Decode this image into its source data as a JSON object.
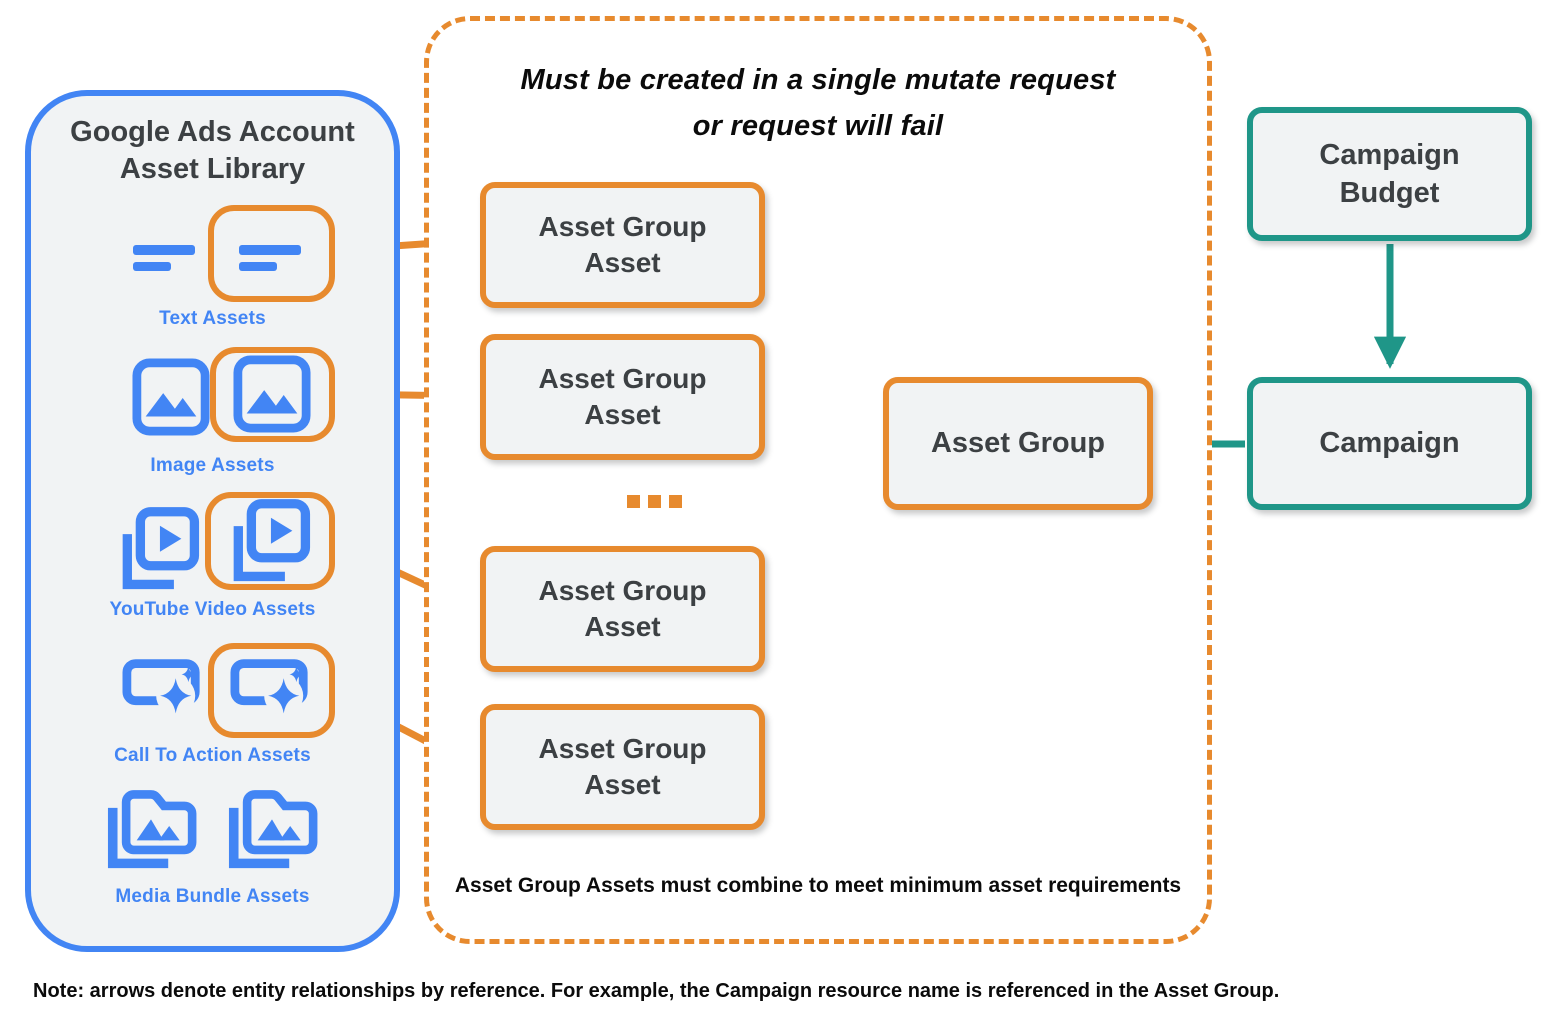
{
  "colors": {
    "orange_accent": "#e78a2e",
    "blue_accent": "#4285f4",
    "teal_accent": "#1f9688",
    "box_fill": "#f1f3f4",
    "dark_text": "#3c4043",
    "black_text": "#0b0b0b"
  },
  "library": {
    "title_line1": "Google Ads Account",
    "title_line2": "Asset Library",
    "items": [
      {
        "label": "Text Assets",
        "icon": "text-asset-icon",
        "highlighted": true
      },
      {
        "label": "Image Assets",
        "icon": "image-asset-icon",
        "highlighted": true
      },
      {
        "label": "YouTube Video  Assets",
        "icon": "youtube-video-asset-icon",
        "highlighted": true
      },
      {
        "label": "Call To Action Assets",
        "icon": "call-to-action-asset-icon",
        "highlighted": true
      },
      {
        "label": "Media Bundle  Assets",
        "icon": "media-bundle-asset-icon",
        "highlighted": false
      }
    ]
  },
  "mutate_group": {
    "title_line1": "Must be created in a single mutate request",
    "title_line2": "or request will fail",
    "asset_box": {
      "line1": "Asset Group",
      "line2": "Asset"
    },
    "box_count": 4,
    "ellipsis": "...",
    "footnote": "Asset Group Assets must combine to meet minimum asset requirements"
  },
  "asset_group": {
    "label": "Asset Group"
  },
  "campaign_budget": {
    "line1": "Campaign",
    "line2": "Budget"
  },
  "campaign": {
    "label": "Campaign"
  },
  "note": "Note: arrows denote entity relationships by reference. For example, the Campaign resource name is referenced in the Asset Group."
}
